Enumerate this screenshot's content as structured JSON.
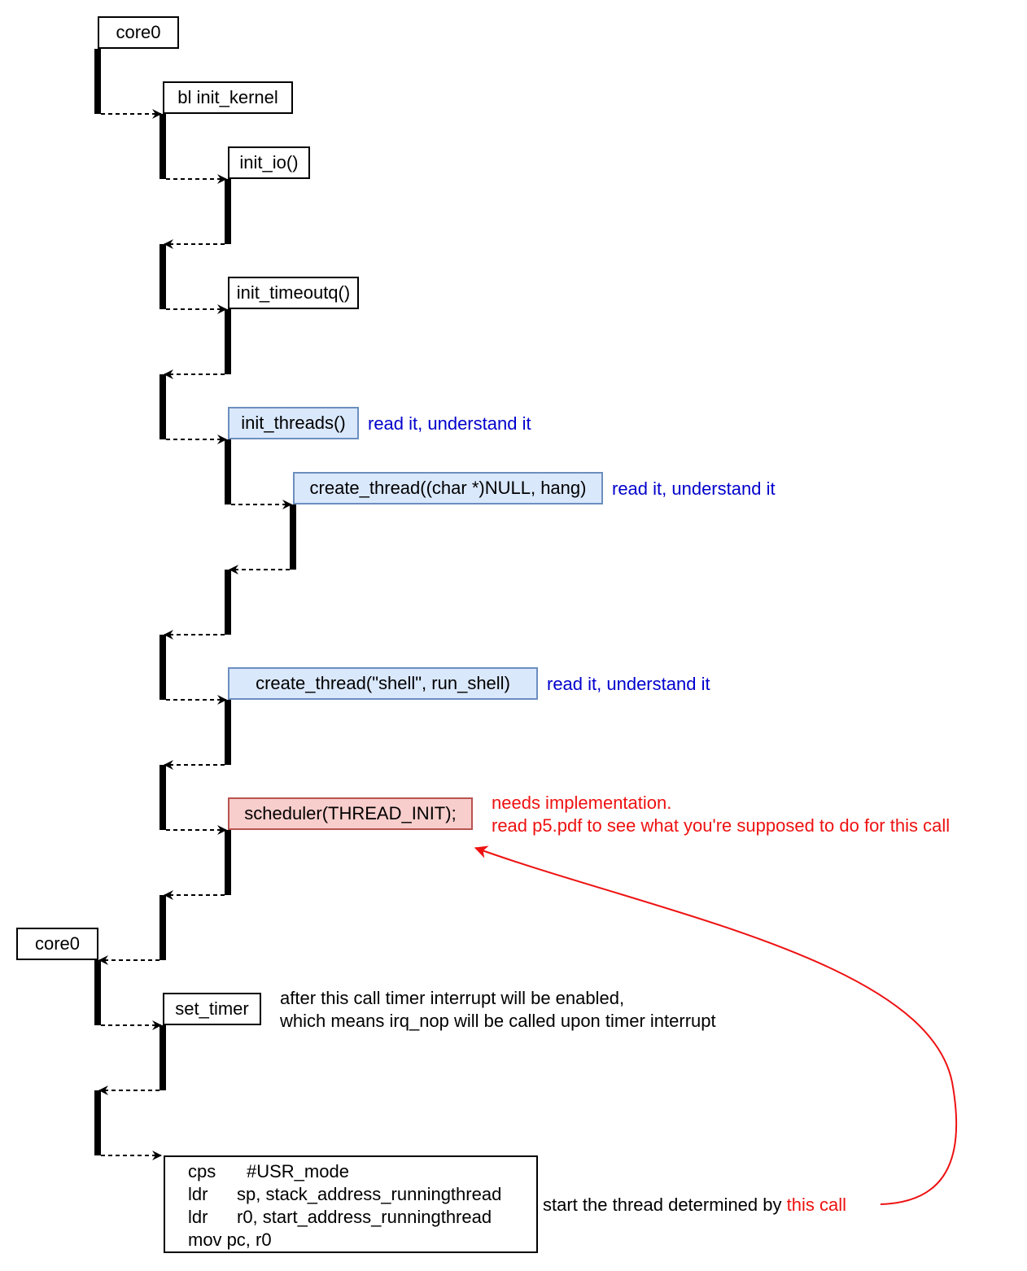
{
  "nodes": {
    "core0_top": "core0",
    "init_kernel": "bl init_kernel",
    "init_io": "init_io()",
    "init_timeoutq": "init_timeoutq()",
    "init_threads": "init_threads()",
    "create_thread_hang": "create_thread((char *)NULL, hang)",
    "create_thread_shell": "create_thread(\"shell\", run_shell)",
    "scheduler": "scheduler(THREAD_INIT);",
    "core0_bottom": "core0",
    "set_timer": "set_timer"
  },
  "notes": {
    "read_init_threads": "read it, understand it",
    "read_create_hang": "read it, understand it",
    "read_create_shell": "read it, understand it",
    "scheduler_line1": "needs implementation.",
    "scheduler_line2": "read p5.pdf to see what you're supposed to do for this call",
    "timer_line1": "after this call timer interrupt will be enabled,",
    "timer_line2": "which means irq_nop will be called upon timer interrupt",
    "start_prefix": "start the thread determined by ",
    "start_highlight": "this call"
  },
  "code": [
    {
      "op": "cps",
      "arg": "#USR_mode"
    },
    {
      "op": "ldr",
      "arg": "sp, stack_address_runningthread"
    },
    {
      "op": "ldr",
      "arg": "r0, start_address_runningthread"
    },
    {
      "op": "mov",
      "arg": "pc, r0"
    }
  ],
  "colors": {
    "highlight_fill": "#dae8fc",
    "highlight_stroke": "#6c8ebf",
    "todo_fill": "#f8cecc",
    "todo_stroke": "#b85450",
    "note_blue": "#0000cc",
    "note_red": "#ee1111"
  }
}
